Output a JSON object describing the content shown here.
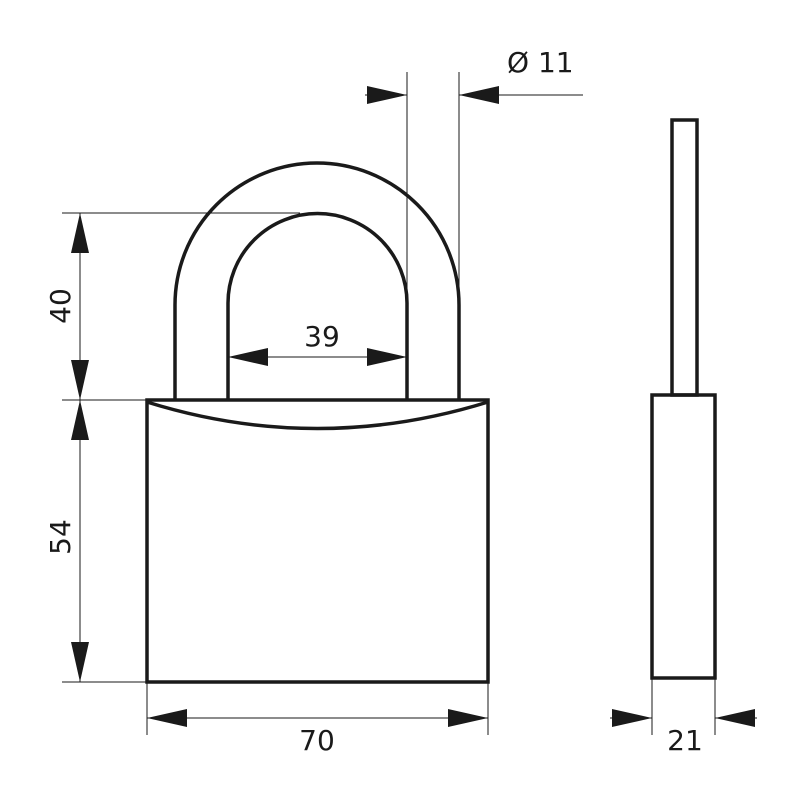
{
  "title": "Padlock dimension drawing",
  "dimensions": {
    "shackle_diameter": "Ø 11",
    "shackle_height": "40",
    "shackle_inner_width": "39",
    "body_height": "54",
    "body_width": "70",
    "body_thickness": "21"
  }
}
